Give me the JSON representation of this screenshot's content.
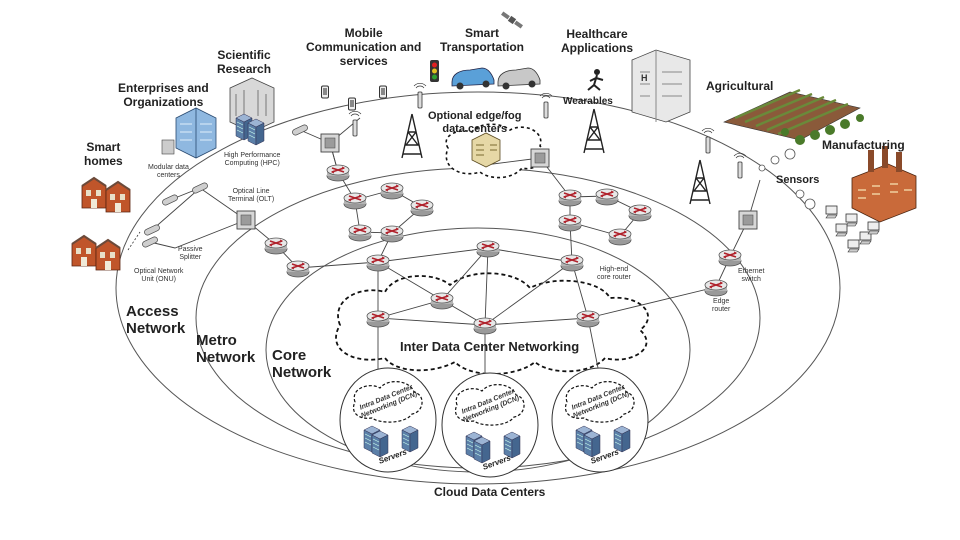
{
  "labels": {
    "smart_homes": "Smart\nhomes",
    "enterprises": "Enterprises and\nOrganizations",
    "scientific_research": "Scientific\nResearch",
    "mobile_comm": "Mobile\nCommunication and\nservices",
    "smart_transport": "Smart\nTransportation",
    "healthcare": "Healthcare\nApplications",
    "wearables": "Wearables",
    "agricultural": "Agricultural",
    "manufacturing": "Manufacturing",
    "sensors": "Sensors",
    "optional_edge": "Optional edge/fog\ndata centers",
    "modular_dc": "Modular data\ncenters",
    "hpc": "High Performance\nComputing (HPC)",
    "olt": "Optical Line\nTerminal (OLT)",
    "passive_splitter": "Passive\nSplitter",
    "onu": "Optical Network\nUnit (ONU)",
    "high_end_router": "High-end\ncore router",
    "ethernet_switch": "Ethernet\nswitch",
    "edge_router": "Edge\nrouter",
    "access_network": "Access\nNetwork",
    "metro_network": "Metro\nNetwork",
    "core_network": "Core\nNetwork",
    "inter_dc": "Inter Data Center Networking",
    "intra_dc": "Intra Data Center\nNetworking (DCN)",
    "servers": "Servers",
    "cloud_dc": "Cloud Data Centers"
  },
  "colors": {
    "router": "#b0202a",
    "house": "#c0552a",
    "building": "#6fa0d0",
    "server": "#5b7fa8",
    "factory": "#c96a3a",
    "field": "#6a8a3a"
  },
  "icons": {
    "router": "router-icon",
    "switch": "switch-icon",
    "tower": "cell-tower-icon",
    "server": "server-rack-icon",
    "house": "house-icon",
    "car": "car-icon",
    "phone": "phone-icon",
    "satellite": "satellite-icon",
    "traffic_light": "traffic-light-icon",
    "factory": "factory-icon",
    "computer": "computer-icon",
    "sensor": "sensor-icon",
    "person": "person-icon"
  }
}
